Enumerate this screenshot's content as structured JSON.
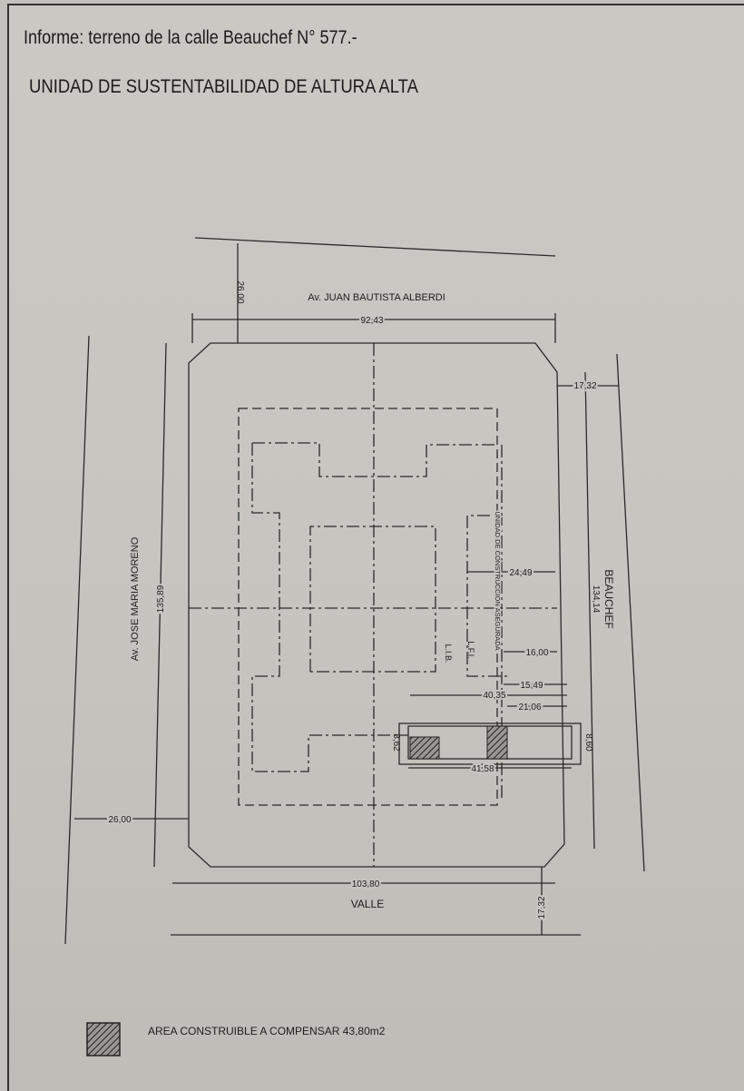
{
  "header": {
    "title": "Informe: terreno de la calle Beauchef N° 577.-",
    "subtitle": "UNIDAD DE SUSTENTABILIDAD DE ALTURA ALTA"
  },
  "plan": {
    "streets": {
      "north": "Av. JUAN BAUTISTA ALBERDI",
      "east": "BEAUCHEF",
      "west": "Av. JOSE MARIA MORENO",
      "south": "VALLE"
    },
    "dimensions": {
      "north_setback": "26,00",
      "north_side": "92,43",
      "ne_setback": "17,32",
      "east_side": "134,14",
      "west_side": "135,89",
      "west_setback": "26,00",
      "south_side": "103,80",
      "se_setback": "17,32",
      "d_24_49": "24,49",
      "d_16_00": "16,00",
      "d_15_49": "15,49",
      "d_40_35": "40,35",
      "d_21_06": "21,06",
      "d_8_60": "8,60",
      "d_8_62": "8,62",
      "d_41_58": "41,58"
    },
    "labels": {
      "lib": "L.I.B.",
      "lfi": "L.F.I.",
      "unit": "UNIDAD DE CONSTRUCCION ASEGURADA"
    }
  },
  "legend": {
    "label": "AREA CONSTRUIBLE A COMPENSAR 43,80m2"
  }
}
